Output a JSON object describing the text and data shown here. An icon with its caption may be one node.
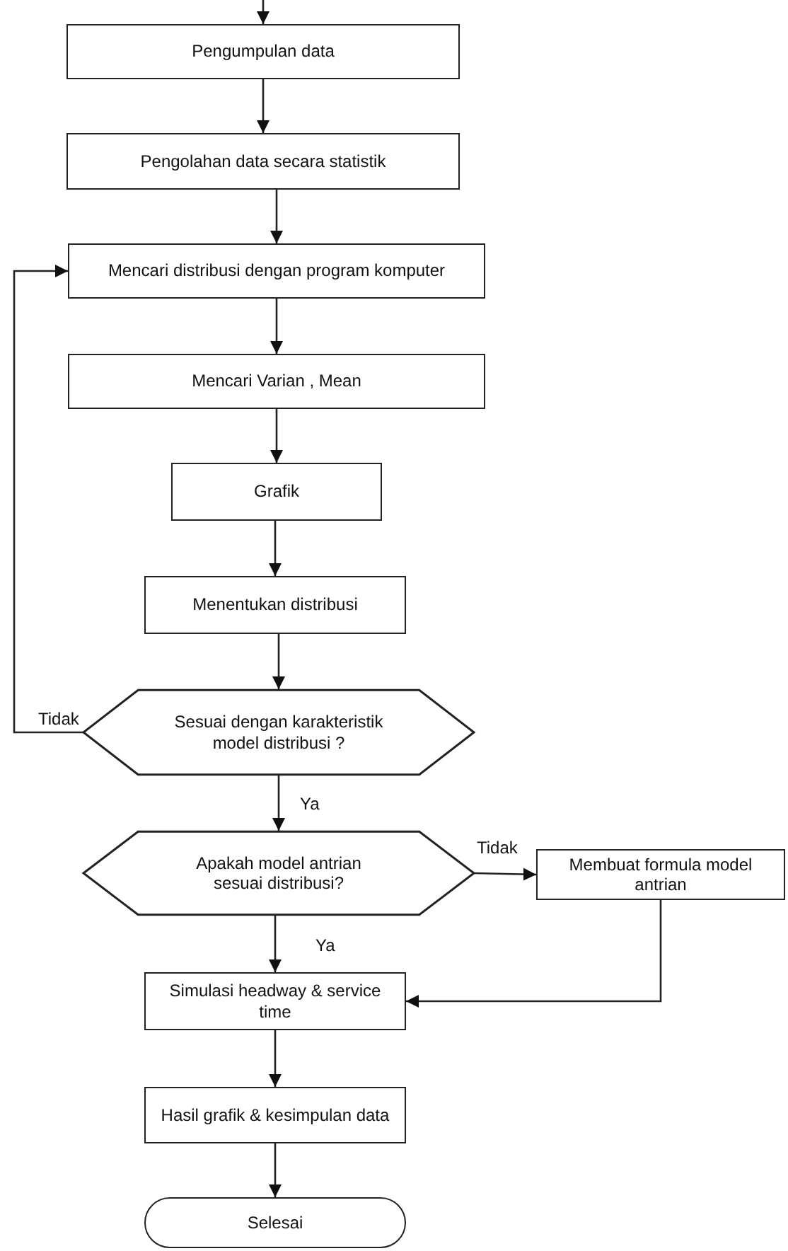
{
  "diagram": {
    "nodes": [
      {
        "text": [
          "Pengumpulan data"
        ]
      },
      {
        "text": [
          "Pengolahan data secara statistik"
        ]
      },
      {
        "text": [
          "Mencari distribusi dengan program komputer"
        ]
      },
      {
        "text": [
          "Mencari  Varian , Mean"
        ]
      },
      {
        "text": [
          "Grafik"
        ]
      },
      {
        "text": [
          "Menentukan distribusi"
        ]
      },
      {
        "text": [
          "Sesuai dengan karakteristik model distribusi ?"
        ]
      },
      {
        "text": [
          "Apakah model antrian sesuai distribusi?"
        ]
      },
      {
        "text": [
          "Membuat formula model antrian"
        ]
      },
      {
        "text": [
          "Simulasi headway & service time"
        ]
      },
      {
        "text": [
          "Hasil grafik & kesimpulan data"
        ]
      },
      {
        "text": [
          "Selesai"
        ]
      }
    ],
    "edges": [
      {
        "from": null,
        "to": 0,
        "arrow": "to"
      },
      {
        "from": 0,
        "to": 1,
        "arrow": "to"
      },
      {
        "from": 1,
        "to": 2,
        "arrow": "to"
      },
      {
        "from": 2,
        "to": 3,
        "arrow": "to"
      },
      {
        "from": 3,
        "to": 4,
        "arrow": "to"
      },
      {
        "from": 4,
        "to": 5,
        "arrow": "to"
      },
      {
        "from": 5,
        "to": 6,
        "arrow": "to"
      },
      {
        "from": 6,
        "to": 2,
        "arrow": "to",
        "label": "Tidak"
      },
      {
        "from": 6,
        "to": 7,
        "arrow": "to",
        "label": "Ya"
      },
      {
        "from": 7,
        "to": 8,
        "arrow": "to",
        "label": "Tidak"
      },
      {
        "from": 7,
        "to": 9,
        "arrow": "to",
        "label": "Ya"
      },
      {
        "from": 8,
        "to": 9,
        "arrow": "to"
      },
      {
        "from": 9,
        "to": 10,
        "arrow": "to"
      },
      {
        "from": 10,
        "to": 11,
        "arrow": "to"
      }
    ]
  }
}
